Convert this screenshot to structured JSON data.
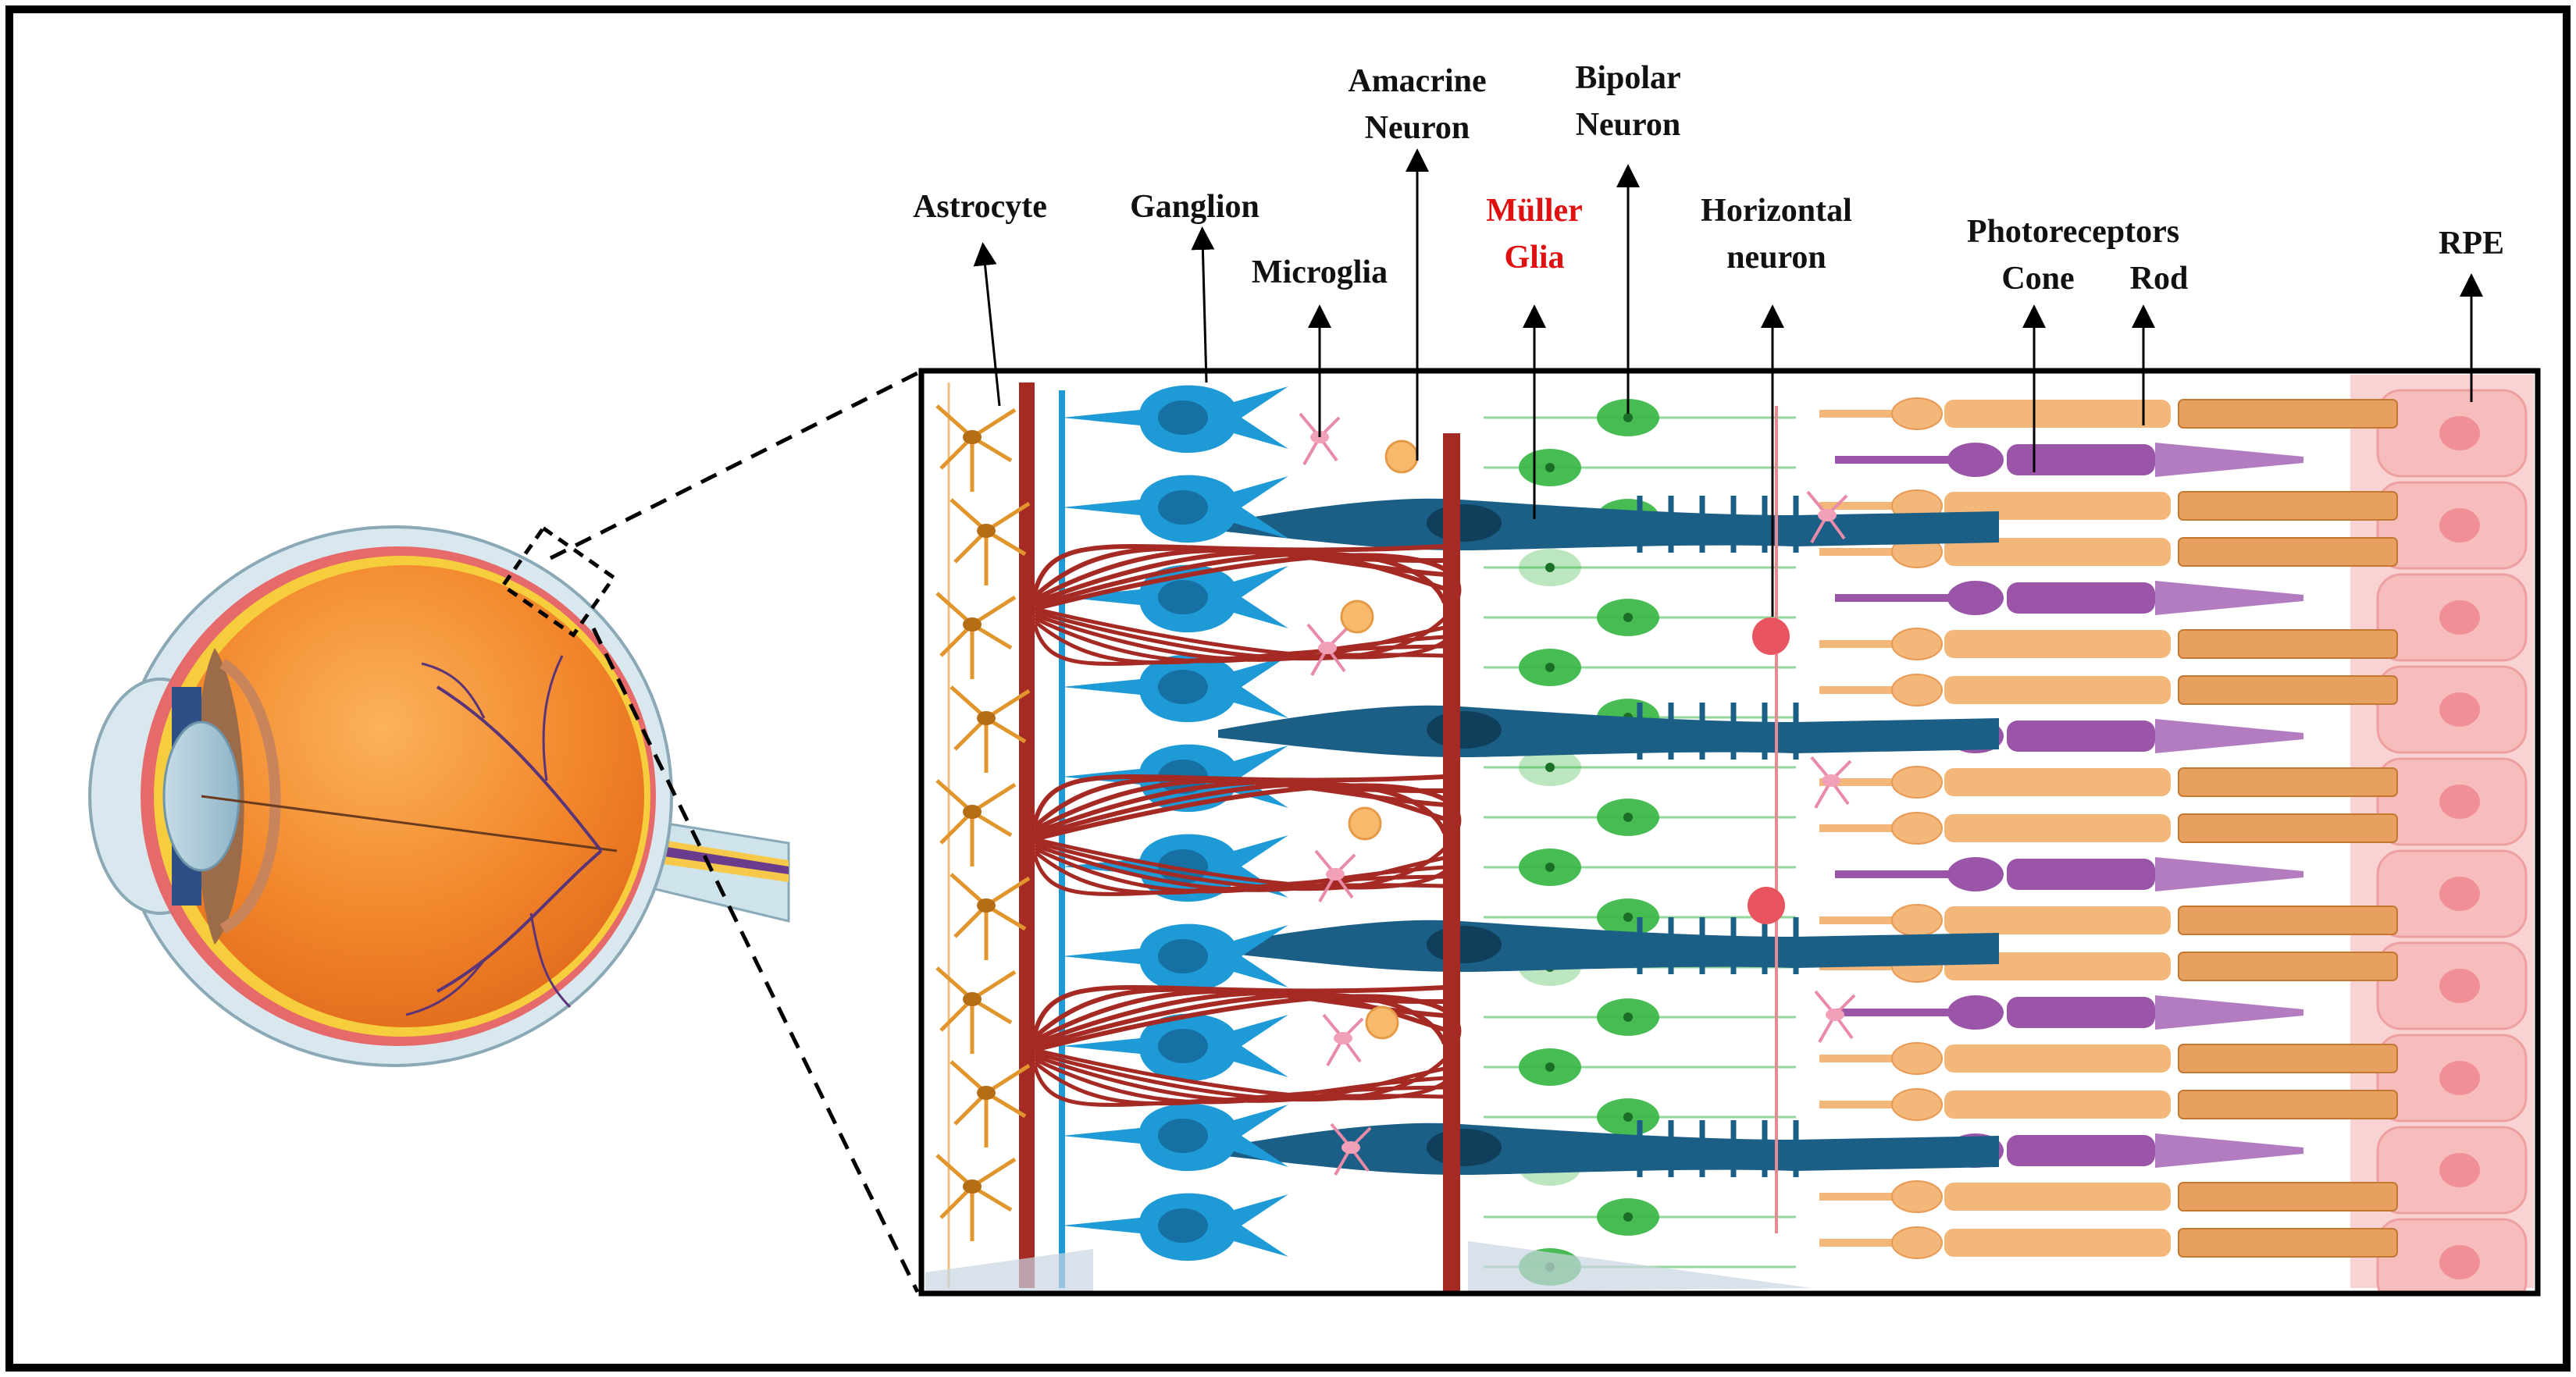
{
  "labels": {
    "astrocyte": "Astrocyte",
    "ganglion": "Ganglion",
    "microglia": "Microglia",
    "amacrine_line1": "Amacrine",
    "amacrine_line2": "Neuron",
    "muller_line1": "Müller",
    "muller_line2": "Glia",
    "bipolar_line1": "Bipolar",
    "bipolar_line2": "Neuron",
    "horizontal_line1": "Horizontal",
    "horizontal_line2": "neuron",
    "photoreceptors": "Photoreceptors",
    "cone": "Cone",
    "rod": "Rod",
    "rpe": "RPE"
  },
  "colors": {
    "astrocyte": "#e0962c",
    "vessel": "#a52a24",
    "ganglion": "#1e9ad6",
    "microglia": "#f2a0b8",
    "amacrine": "#f7b96c",
    "muller": "#1c5f86",
    "bipolar": "#3cb84a",
    "horizontal": "#e85560",
    "cone": "#9b55a8",
    "rod": "#f4b77a",
    "rpe": "#f7c6c6",
    "muller_label": "#e01010"
  }
}
